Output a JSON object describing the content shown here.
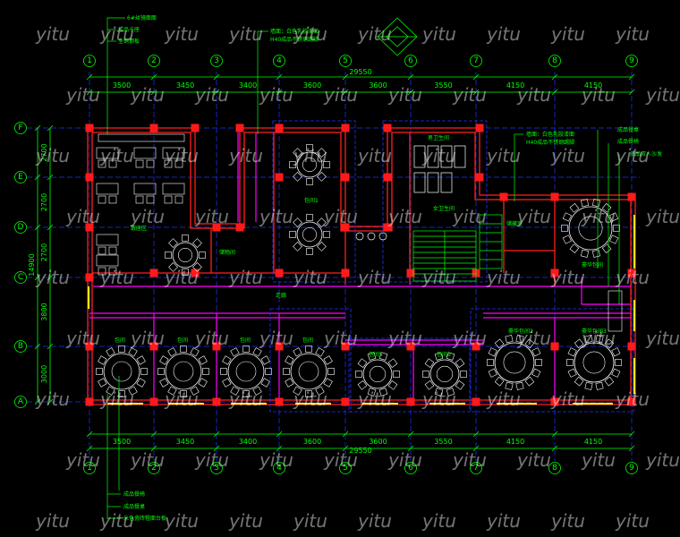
{
  "watermark": "yitu",
  "grid": {
    "col_labels": [
      "1",
      "2",
      "3",
      "4",
      "5",
      "6",
      "7",
      "8",
      "9"
    ],
    "row_labels": [
      "F",
      "E",
      "D",
      "C",
      "B",
      "A"
    ]
  },
  "dims": {
    "top_spans": [
      "3500",
      "3450",
      "3400",
      "3600",
      "3600",
      "3550",
      "4150",
      "4150"
    ],
    "top_total": "29550",
    "bottom_spans": [
      "3500",
      "3450",
      "3400",
      "3600",
      "3600",
      "3550",
      "4150",
      "4150"
    ],
    "bottom_total": "29550",
    "left_spans": [
      "2700",
      "2700",
      "2700",
      "3800",
      "3000"
    ],
    "left_total": "14900"
  },
  "notes": {
    "top_left": [
      "6#丝镜面面",
      "成品卡座",
      "全铜钢板"
    ],
    "top_mid": [
      "墙面：白色乳胶漆面",
      "H40成品不锈钢踢脚"
    ],
    "right_top": [
      "墙面：白色乳胶漆面",
      "H40成品不锈钢踢脚"
    ],
    "right_side": [
      "成品餐桌",
      "成品餐椅",
      "成品双人沙发"
    ],
    "bottom_left": [
      "成品餐椅",
      "成品餐桌",
      "米色瓷砖粗面台板"
    ]
  },
  "rooms": {
    "dining_area": "散座区",
    "corridor": "走廊",
    "vip1": "包间1",
    "gents": "男卫生间",
    "ladies": "女卫生间",
    "storage": "储物间",
    "office": "储藏室",
    "vip_big_a": "豪华包间",
    "vip_big_b": "豪华包间2",
    "vip_big_c": "豪华包间3",
    "small_rooms": [
      "包间",
      "包间",
      "包间",
      "包间",
      "包间5",
      "包间6"
    ]
  },
  "colors": {
    "background": "#000000",
    "line": "#00ff00",
    "wall": "#ff2020",
    "partition": "#ff00ff",
    "grid_line": "#0000ff",
    "window": "#ffff00",
    "furniture": "#ffffff"
  }
}
